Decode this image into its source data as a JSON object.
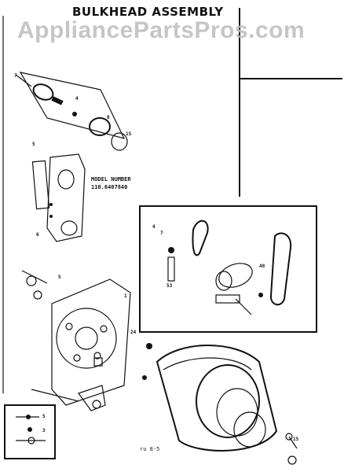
{
  "title": "BULKHEAD ASSEMBLY",
  "watermark": "AppliancePartsPros.com",
  "model": {
    "label": "MODEL NUMBER",
    "number": "110.6407840"
  },
  "footer": "ru 8-5"
}
